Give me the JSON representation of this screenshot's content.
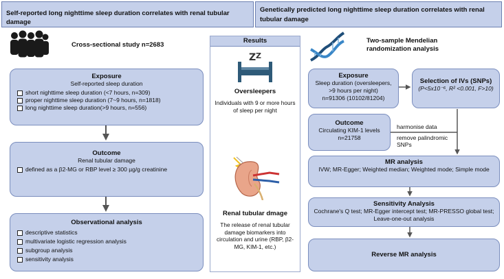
{
  "left": {
    "header": "Self-reported long nighttime sleep duration correlates with renal tubular damage",
    "study_label": "Cross-sectional study n=2683",
    "exposure": {
      "title": "Exposure",
      "subtitle": "Self-reported sleep duration",
      "items": [
        "short nighttime sleep duration (<7 hours, n=309)",
        "proper nighttime sleep duration (7~9 hours, n=1818)",
        "long nighttime sleep duration(>9 hours, n=556)"
      ]
    },
    "outcome": {
      "title": "Outcome",
      "subtitle": "Renal tubular damage",
      "items": [
        "defined as a β2-MG or RBP level ≥ 300 µg/g creatinine"
      ]
    },
    "observational": {
      "title": "Observational analysis",
      "items": [
        "descriptive statistics",
        "multivariate logistic regression analysis",
        "subgroup analysis",
        "sensitivity analysis"
      ]
    }
  },
  "results": {
    "title": "Results",
    "oversleepers_title": "Oversleepers",
    "oversleepers_desc": "Individuals with 9 or more hours of sleep per night",
    "damage_title": "Renal tubular dmage",
    "damage_desc": "The release of renal tubular damage biomarkers into circulation and urine (RBP, β2-MG, KIM-1, etc.)"
  },
  "right": {
    "header": "Genetically predicted long nighttime sleep duration correlates with renal tubular damage",
    "study_label_line1": "Two-sample Mendelian",
    "study_label_line2": "randomization analysis",
    "exposure": {
      "title": "Exposure",
      "lines": [
        "Sleep duration (oversleepers,",
        ">9 hours per night)",
        "n=91306 (10102/81204)"
      ]
    },
    "ivs": {
      "title": "Selection of IVs (SNPs)",
      "criteria": "(P<5x10⁻⁶, R² <0.001, F>10)"
    },
    "outcome": {
      "title": "Outcome",
      "lines": [
        "Circulating KIM-1 levels",
        "n=21758"
      ]
    },
    "harmonise": "harmonise data",
    "remove_line1": "remove palindromic",
    "remove_line2": "SNPs",
    "mr": {
      "title": "MR analysis",
      "methods": "IVW; MR-Egger; Weighted median; Weighted mode; Simple mode"
    },
    "sensitivity": {
      "title": "Sensitivity Analysis",
      "methods": "Cochrane's Q test; MR-Egger intercept test; MR-PRESSO global test; Leave-one-out analysis"
    },
    "reverse": {
      "title": "Reverse MR analysis"
    }
  },
  "colors": {
    "box_fill": "#c5d0ea",
    "box_border": "#7a8dbd",
    "arrow": "#555555"
  }
}
